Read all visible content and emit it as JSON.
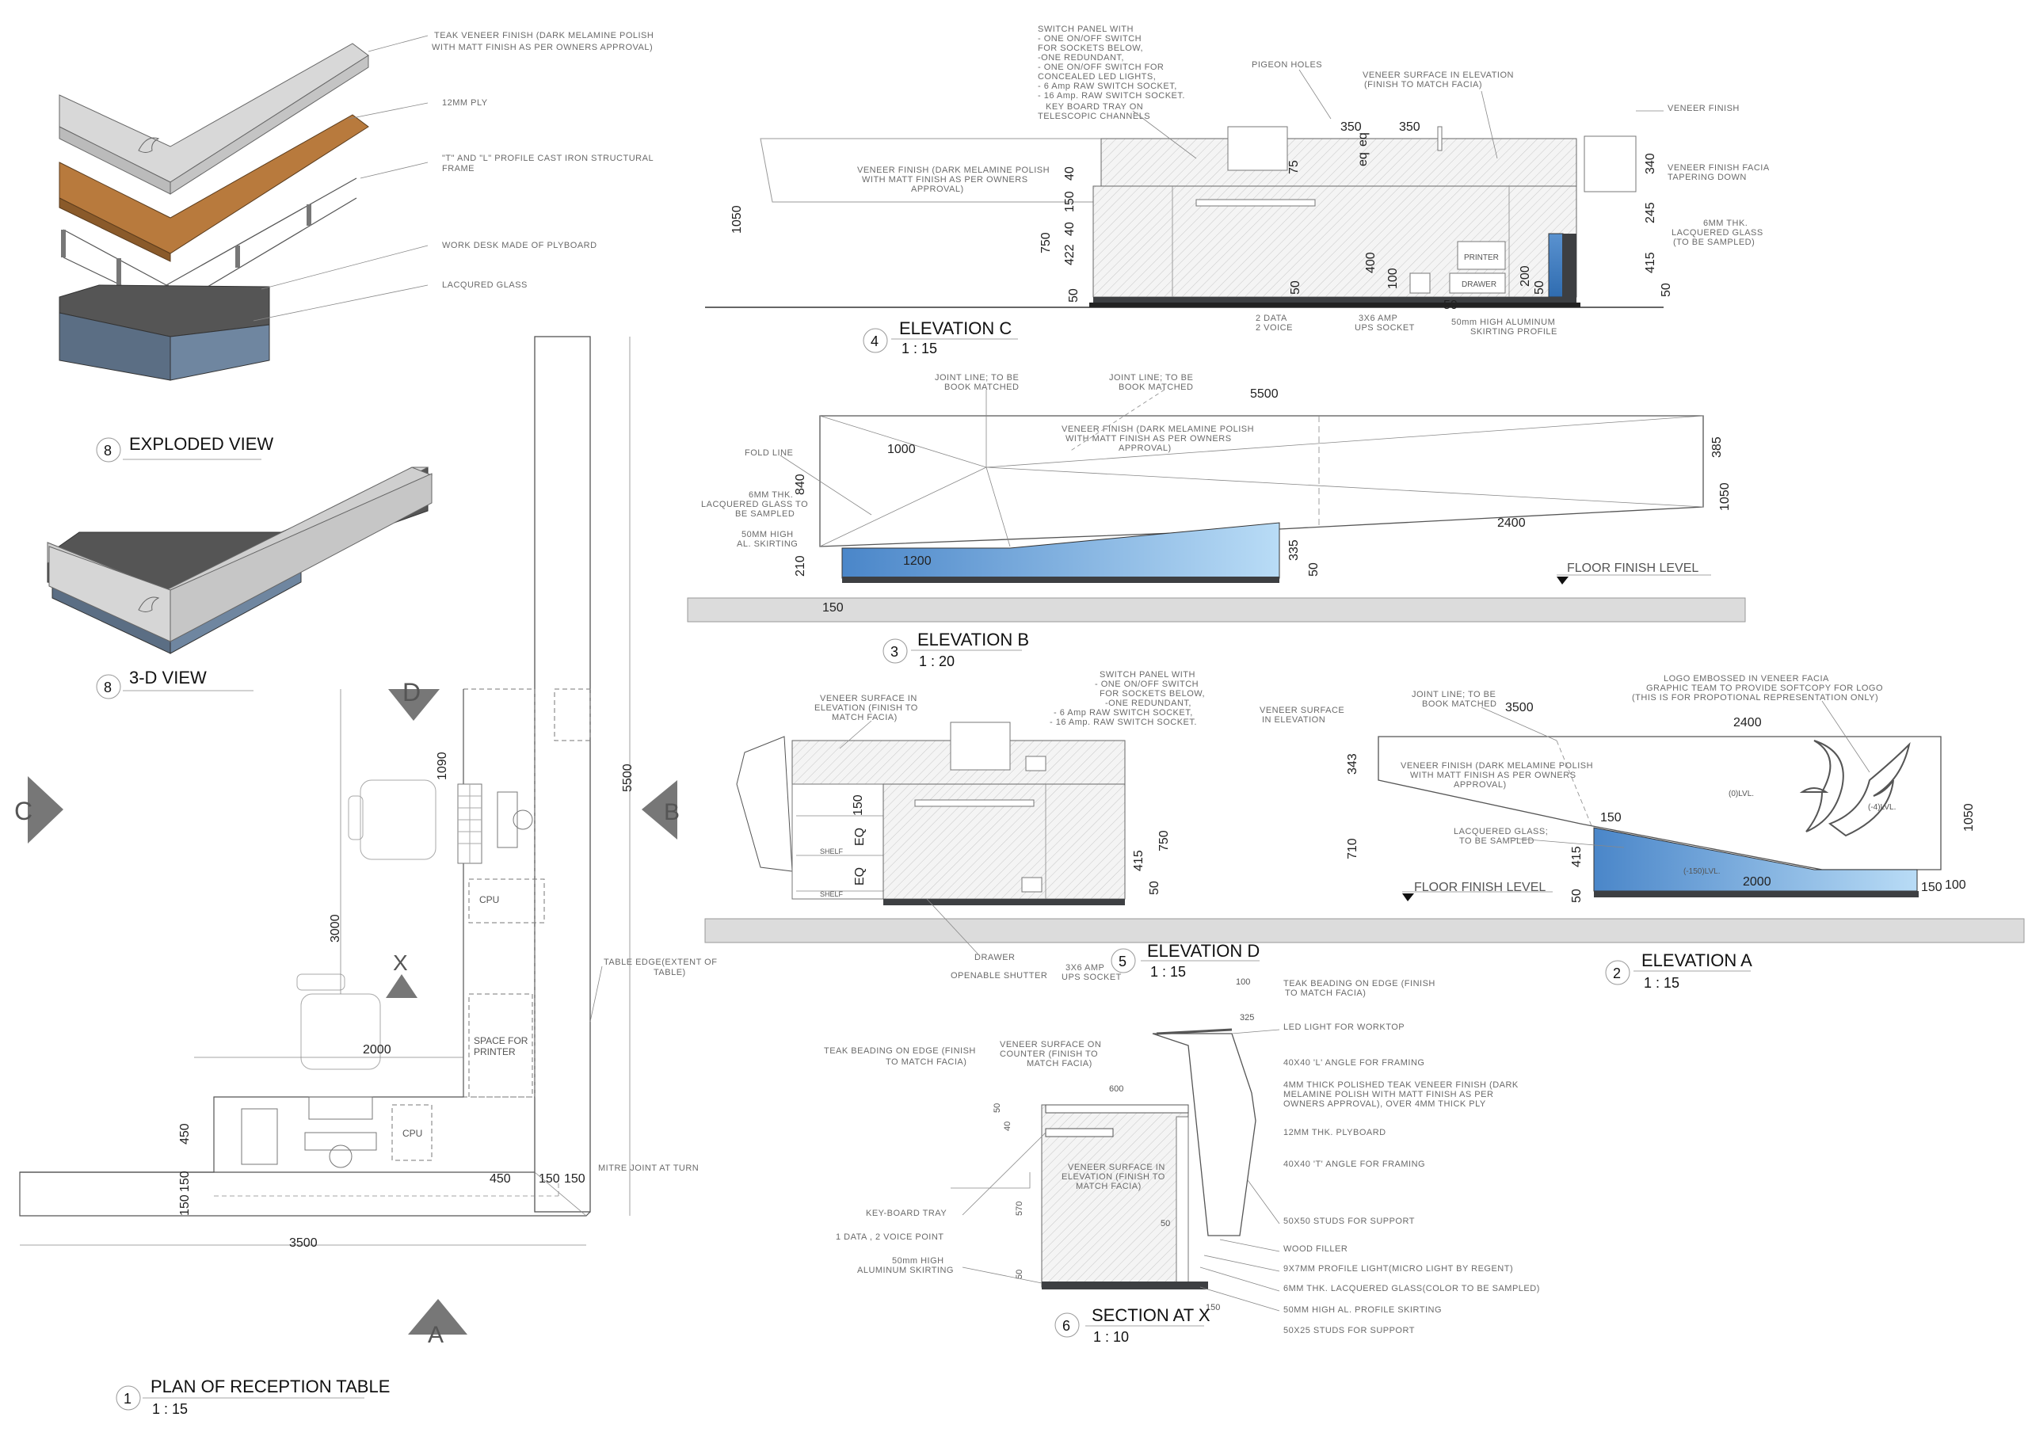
{
  "views": {
    "exploded": {
      "num": "8",
      "title": "EXPLODED VIEW"
    },
    "view3d": {
      "num": "8",
      "title": "3-D VIEW"
    },
    "plan": {
      "num": "1",
      "title": "PLAN OF RECEPTION TABLE",
      "scale": "1 : 15"
    },
    "elevC": {
      "num": "4",
      "title": "ELEVATION C",
      "scale": "1 : 15"
    },
    "elevB": {
      "num": "3",
      "title": "ELEVATION B",
      "scale": "1 : 20"
    },
    "elevD": {
      "num": "5",
      "title": "ELEVATION D",
      "scale": "1 : 15"
    },
    "elevA": {
      "num": "2",
      "title": "ELEVATION A",
      "scale": "1 : 15"
    },
    "section": {
      "num": "6",
      "title": "SECTION AT X",
      "scale": "1 : 10"
    }
  },
  "exploded_notes": [
    "TEAK VENEER FINISH (DARK MELAMINE POLISH",
    "WITH MATT FINISH AS PER OWNERS APPROVAL)",
    "12MM PLY",
    "\"T\" AND \"L\" PROFILE CAST IRON STRUCTURAL",
    "FRAME",
    "WORK DESK MADE OF PLYBOARD",
    "LACQURED GLASS"
  ],
  "plan": {
    "markers": {
      "a": "A",
      "b": "B",
      "c": "C",
      "d": "D",
      "x": "X"
    },
    "labels": {
      "cpu1": "CPU",
      "cpu2": "CPU",
      "printer1": "SPACE FOR",
      "printer2": "PRINTER"
    },
    "dims": {
      "d1090": "1090",
      "d5500": "5500",
      "d3000": "3000",
      "d2000": "2000",
      "d450v": "450",
      "d450h": "450",
      "d150a": "150",
      "d150b": "150",
      "d150c": "150",
      "d150d": "150",
      "d3500": "3500"
    },
    "notes": {
      "edge1": "TABLE EDGE(EXTENT OF",
      "edge2": "TABLE)",
      "mitre": "MITRE JOINT AT TURN"
    }
  },
  "elevC": {
    "notes": {
      "sw1": "SWITCH PANEL WITH",
      "sw2": "- ONE ON/OFF SWITCH",
      "sw3": "FOR SOCKETS BELOW,",
      "sw4": "-ONE REDUNDANT,",
      "sw5": "- ONE ON/OFF SWITCH FOR",
      "sw6": "CONCEALED LED LIGHTS,",
      "sw7": "- 6 Amp RAW SWITCH SOCKET,",
      "sw8": "- 16 Amp. RAW SWITCH SOCKET.",
      "kb1": "KEY BOARD TRAY ON",
      "kb2": "TELESCOPIC CHANNELS",
      "pig": "PIGEON HOLES",
      "vs1": "VENEER SURFACE IN ELEVATION",
      "vs2": "(FINISH TO MATCH FACIA)",
      "vf": "VENEER FINISH",
      "vft1": "VENEER FINISH FACIA",
      "vft2": "TAPERING DOWN",
      "lg1": "6MM THK.",
      "lg2": "LACQUERED GLASS",
      "lg3": "(TO BE SAMPLED)",
      "vfd1": "VENEER FINISH (DARK MELAMINE POLISH",
      "vfd2": "WITH MATT FINISH AS PER OWNERS",
      "vfd3": "APPROVAL)",
      "dv1": "2 DATA",
      "dv2": "2 VOICE",
      "ups1": "3X6 AMP",
      "ups2": "UPS SOCKET",
      "sk1": "50mm HIGH ALUMINUM",
      "sk2": "SKIRTING PROFILE",
      "printer": "PRINTER",
      "drawer": "DRAWER"
    },
    "dims": {
      "d1050": "1050",
      "d750": "750",
      "d40a": "40",
      "d150": "150",
      "d40b": "40",
      "d422": "422",
      "d50a": "50",
      "d75": "75",
      "d350a": "350",
      "d350b": "350",
      "eq1": "eq",
      "eq2": "eq",
      "d400": "400",
      "d100": "100",
      "d50b": "50",
      "d200": "200",
      "d50c": "50",
      "d50d": "50",
      "d340": "340",
      "d245": "245",
      "d415": "415",
      "d50e": "50"
    }
  },
  "elevB": {
    "notes": {
      "jl1a": "JOINT LINE; TO BE",
      "jl1b": "BOOK MATCHED",
      "jl2a": "JOINT LINE; TO BE",
      "jl2b": "BOOK MATCHED",
      "vf1": "VENEER FINISH (DARK MELAMINE POLISH",
      "vf2": "WITH MATT FINISH AS PER OWNERS",
      "vf3": "APPROVAL)",
      "fold": "FOLD LINE",
      "lg1": "6MM THK.",
      "lg2": "LACQUERED GLASS TO",
      "lg3": "BE SAMPLED",
      "sk1": "50MM HIGH",
      "sk2": "AL. SKIRTING",
      "ffl": "FLOOR FINISH LEVEL"
    },
    "dims": {
      "d5500": "5500",
      "d1000": "1000",
      "d385": "385",
      "d840": "840",
      "d1050": "1050",
      "d2400": "2400",
      "d210": "210",
      "d1200": "1200",
      "d335": "335",
      "d50": "50",
      "d150": "150"
    }
  },
  "elevD": {
    "notes": {
      "vs1": "VENEER SURFACE IN",
      "vs2": "ELEVATION (FINISH TO",
      "vs3": "MATCH FACIA)",
      "sw1": "SWITCH PANEL WITH",
      "sw2": "- ONE ON/OFF SWITCH",
      "sw3": "FOR SOCKETS BELOW,",
      "sw4": "-ONE REDUNDANT,",
      "sw5": "- 6 Amp RAW SWITCH SOCKET,",
      "sw6": "- 16 Amp. RAW SWITCH SOCKET.",
      "ve1": "VENEER SURFACE",
      "ve2": "IN ELEVATION",
      "shelf1": "SHELF",
      "shelf2": "SHELF",
      "dr": "DRAWER",
      "os": "OPENABLE SHUTTER",
      "ups1": "3X6 AMP",
      "ups2": "UPS SOCKET"
    },
    "dims": {
      "d150": "150",
      "eq1": "EQ",
      "eq2": "EQ",
      "d415": "415",
      "d50": "50",
      "d750": "750"
    }
  },
  "elevA": {
    "notes": {
      "jl1": "JOINT LINE; TO BE",
      "jl2": "BOOK MATCHED",
      "logo1": "LOGO EMBOSSED IN VENEER FACIA",
      "logo2": "GRAPHIC TEAM TO PROVIDE SOFTCOPY FOR LOGO",
      "logo3": "(THIS IS FOR PROPOTIONAL REPRESENTATION ONLY)",
      "vf1": "VENEER FINISH (DARK MELAMINE POLISH",
      "vf2": "WITH MATT FINISH AS PER OWNERS",
      "vf3": "APPROVAL)",
      "lg1": "LACQUERED GLASS;",
      "lg2": "TO BE SAMPLED",
      "ffl": "FLOOR FINISH LEVEL",
      "lvl0": "(0)LVL.",
      "lvl4": "(-4)LVL.",
      "lvl150": "(-150)LVL."
    },
    "dims": {
      "d343": "343",
      "d3500": "3500",
      "d2400": "2400",
      "d1050": "1050",
      "d710": "710",
      "d150a": "150",
      "d415": "415",
      "d50": "50",
      "d2000": "2000",
      "d150b": "150",
      "d100": "100"
    }
  },
  "section": {
    "notes": {
      "tb1": "TEAK BEADING ON EDGE (FINISH",
      "tb2": "TO MATCH FACIA)",
      "led": "LED LIGHT FOR WORKTOP",
      "tbl1": "TEAK BEADING ON EDGE (FINISH",
      "tbl2": "TO MATCH FACIA)",
      "vc1": "VENEER SURFACE ON",
      "vc2": "COUNTER (FINISH TO",
      "vc3": "MATCH FACIA)",
      "ang": "40X40 'L' ANGLE FOR FRAMING",
      "pt1": "4MM THICK POLISHED TEAK VENEER FINISH (DARK",
      "pt2": "MELAMINE POLISH WITH MATT FINISH AS PER",
      "pt3": "OWNERS APPROVAL), OVER 4MM THICK PLY",
      "ply": "12MM THK. PLYBOARD",
      "tang": "40X40 'T' ANGLE FOR FRAMING",
      "ve1": "VENEER SURFACE IN",
      "ve2": "ELEVATION (FINISH TO",
      "ve3": "MATCH FACIA)",
      "kbt": "KEY-BOARD TRAY",
      "dvp": "1 DATA , 2 VOICE POINT",
      "sk1": "50mm HIGH",
      "sk2": "ALUMINUM SKIRTING",
      "st50": "50X50 STUDS FOR SUPPORT",
      "wf": "WOOD FILLER",
      "pl": "9X7MM PROFILE LIGHT(MICRO LIGHT BY REGENT)",
      "lg": "6MM THK. LACQUERED GLASS(COLOR TO BE SAMPLED)",
      "alp": "50MM HIGH AL. PROFILE SKIRTING",
      "st25": "50X25 STUDS FOR SUPPORT"
    },
    "dims": {
      "d325": "325",
      "d100": "100",
      "d600": "600",
      "d50a": "50",
      "d40": "40",
      "d570": "570",
      "d50b": "50",
      "d50c": "50",
      "d150": "150"
    }
  }
}
